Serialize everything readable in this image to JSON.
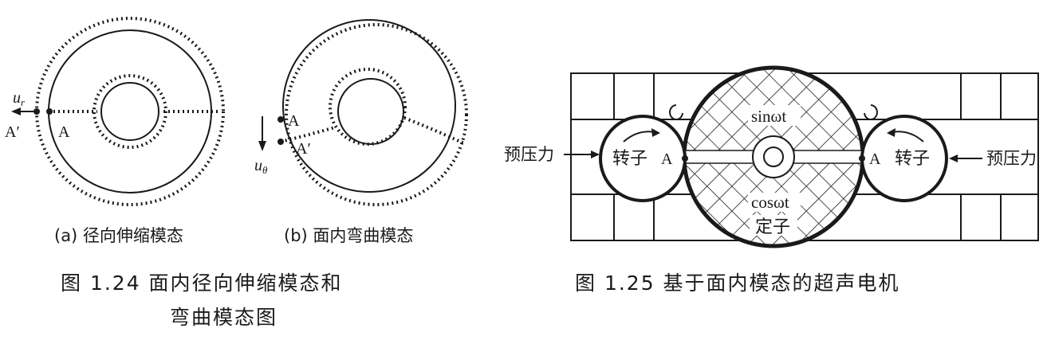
{
  "fig124": {
    "sub_a": {
      "caption": "(a) 径向伸缩模态",
      "label_ur": "u",
      "label_ur_sub": "r",
      "label_A": "A",
      "label_A_prime": "A′"
    },
    "sub_b": {
      "caption": "(b) 面内弯曲模态",
      "label_A": "A",
      "label_A_prime": "A′",
      "label_ut": "u",
      "label_ut_sub": "θ"
    },
    "caption_line1": "图 1.24   面内径向伸缩模态和",
    "caption_line2": "弯曲模态图"
  },
  "fig125": {
    "label_preload_left": "预压力",
    "label_preload_right": "预压力",
    "label_rotor_left": "转子",
    "label_rotor_right": "转子",
    "label_A_left": "A",
    "label_A_right": "A",
    "label_sin": "sinωt",
    "label_cos": "cosωt",
    "label_stator": "定子",
    "caption": "图 1.25   基于面内模态的超声电机"
  }
}
